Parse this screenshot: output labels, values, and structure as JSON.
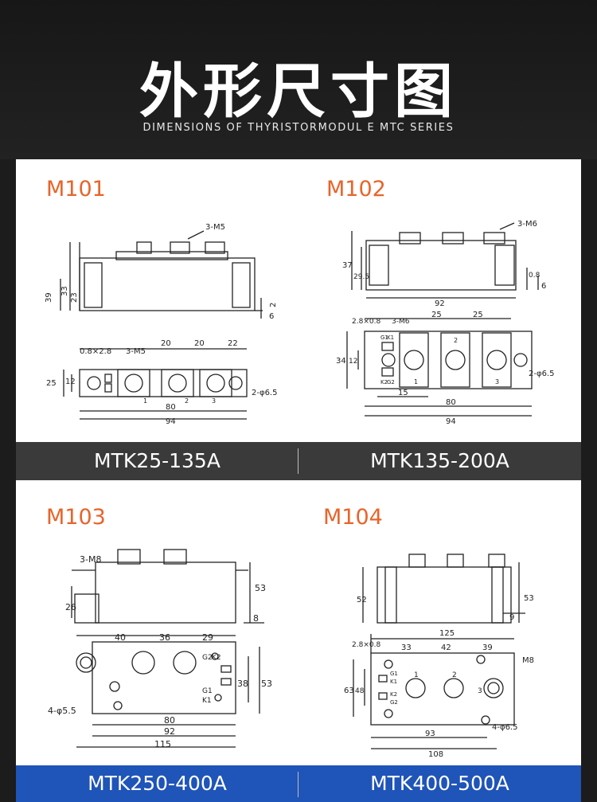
{
  "header": {
    "title": "外形尺寸图",
    "subtitle": "DIMENSIONS OF THYRISTORMODUL E MTC SERIES"
  },
  "modules": [
    {
      "code": "M101",
      "model": "MTK25-135A",
      "side_dims": [
        "3-M5",
        "39",
        "33",
        "23",
        "2",
        "6"
      ],
      "top_dims": [
        "0.8×2.8",
        "3-M5",
        "20",
        "20",
        "22",
        "25",
        "12",
        "2-φ6.5",
        "80",
        "94",
        "1",
        "2",
        "3"
      ]
    },
    {
      "code": "M102",
      "model": "MTK135-200A",
      "side_dims": [
        "3-M6",
        "37",
        "29.5",
        "0.8",
        "6",
        "92"
      ],
      "top_dims": [
        "2.8×0.8",
        "3-M6",
        "25",
        "25",
        "34",
        "12",
        "15",
        "80",
        "94",
        "2-φ6.5",
        "1",
        "2",
        "3",
        "G1",
        "K1",
        "K2",
        "G2"
      ]
    },
    {
      "code": "M103",
      "model": "MTK250-400A",
      "side_dims": [
        "3-M8",
        "26",
        "53",
        "8"
      ],
      "top_dims": [
        "40",
        "36",
        "29",
        "38",
        "53",
        "4-φ5.5",
        "80",
        "92",
        "115",
        "K1",
        "G1",
        "G2",
        "K2"
      ]
    },
    {
      "code": "M104",
      "model": "MTK400-500A",
      "side_dims": [
        "52",
        "53",
        "9"
      ],
      "top_dims": [
        "125",
        "2.8×0.8",
        "33",
        "42",
        "39",
        "M8",
        "63",
        "48",
        "1",
        "2",
        "3",
        "93",
        "108",
        "4-φ6.5",
        "G1",
        "K1",
        "K2",
        "G2"
      ]
    }
  ],
  "colors": {
    "accent": "#e8642a",
    "dark_bar": "#3a3a3a",
    "blue_bar": "#1f54b8",
    "background": "#1c1c1c"
  }
}
